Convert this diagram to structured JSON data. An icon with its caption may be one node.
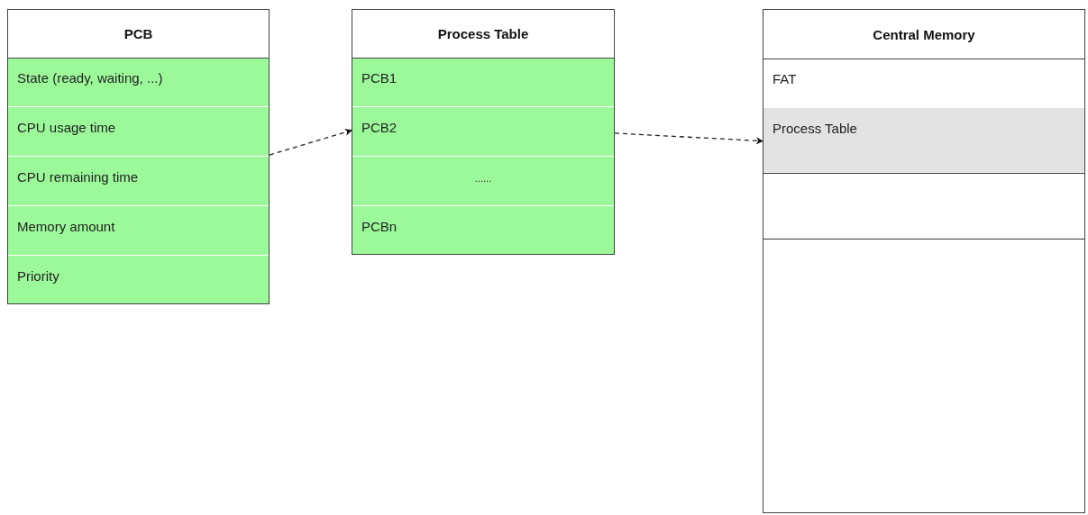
{
  "diagram": {
    "nodes": [
      {
        "text": [
          "PCB"
        ]
      },
      {
        "text": [
          "State (ready, waiting, ...)"
        ],
        "in": 0
      },
      {
        "text": [
          "CPU usage time"
        ],
        "in": 0
      },
      {
        "text": [
          "CPU remaining time"
        ],
        "in": 0
      },
      {
        "text": [
          "Memory amount"
        ],
        "in": 0
      },
      {
        "text": [
          "Priority"
        ],
        "in": 0
      },
      {
        "text": [
          "Process Table"
        ]
      },
      {
        "text": [
          "PCB1"
        ],
        "in": 6
      },
      {
        "text": [
          "PCB2"
        ],
        "in": 6
      },
      {
        "text": [
          "......"
        ],
        "in": 6
      },
      {
        "text": [
          "PCBn"
        ],
        "in": 6
      },
      {
        "text": [
          "Central Memory"
        ]
      },
      {
        "text": [
          "FAT"
        ],
        "in": 11
      },
      {
        "text": [
          "Process Table"
        ],
        "in": 11
      },
      {
        "text": [],
        "shape": "box",
        "in": 11
      },
      {
        "text": [],
        "shape": "box",
        "in": 11
      }
    ],
    "edges": [
      {
        "from": 0,
        "to": 8,
        "arrow": "to",
        "style": "dashed"
      },
      {
        "from": 6,
        "to": 13,
        "arrow": "to",
        "style": "dashed"
      }
    ]
  }
}
